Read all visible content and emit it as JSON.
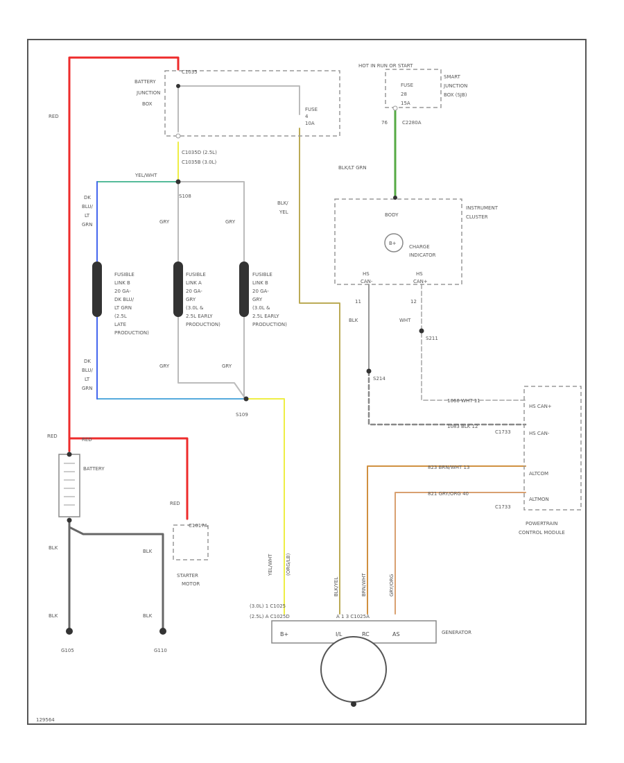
{
  "battery_junction_box": {
    "label_lines": [
      "BATTERY",
      "JUNCTION",
      "BOX"
    ],
    "connector": "C1035",
    "fuse_lines": [
      "FUSE",
      "4",
      "10A"
    ],
    "splice_lines": [
      "C1035D  (2.5L)",
      "C1035B  (3.0L)"
    ]
  },
  "hot_in_run": "HOT IN RUN OR START",
  "smart_junction_box": {
    "label_lines": [
      "SMART",
      "JUNCTION",
      "BOX (SJB)"
    ],
    "fuse_lines": [
      "FUSE",
      "28",
      "15A"
    ],
    "pin": "76",
    "connector": "C2280A"
  },
  "instrument_cluster": {
    "label_lines": [
      "INSTRUMENT",
      "CLUSTER"
    ],
    "sub": "BODY",
    "charge_lines": [
      "CHARGE",
      "INDICATOR"
    ],
    "charge_symbol": "B+",
    "hs_left": [
      "HS",
      "CAN-"
    ],
    "hs_right": [
      "HS",
      "CAN+"
    ],
    "pin_left": "11",
    "pin_right": "12"
  },
  "pcm": {
    "label_lines": [
      "POWERTRAIN",
      "CONTROL MODULE"
    ],
    "pins": [
      "HS CAN+",
      "HS CAN-",
      "ALTCOM",
      "ALTMON"
    ],
    "connector_top": "C1733",
    "connector_bottom": "C1733",
    "wire_top": "1066   WHT   11",
    "wire_mid": "1083   BLK   12",
    "wire_altcom": "823    BRN/WHT   13",
    "wire_altmon": "821    GRY/ORG   40"
  },
  "fusible_links": [
    [
      "FUSIBLE",
      "LINK B",
      "20 GA-",
      "DK BLU/",
      "LT GRN",
      "(2.5L",
      "LATE",
      "PRODUCTION)"
    ],
    [
      "FUSIBLE",
      "LINK A",
      "20 GA-",
      "GRY",
      "(3.0L &",
      "2.5L EARLY",
      "PRODUCTION)"
    ],
    [
      "FUSIBLE",
      "LINK B",
      "20 GA-",
      "GRY",
      "(3.0L &",
      "2.5L EARLY",
      "PRODUCTION)"
    ]
  ],
  "wire_colors": {
    "red": "RED",
    "dk_blu_lt_grn": [
      "DK",
      "BLU/",
      "LT",
      "GRN"
    ],
    "gry": "GRY",
    "yel_wht": "YEL/WHT",
    "blk_yel": [
      "BLK/",
      "YEL"
    ],
    "blk_lt_grn": "BLK/LT GRN",
    "blk": "BLK",
    "wht": "WHT"
  },
  "splices": {
    "s108": "S108",
    "s109": "S109",
    "s214": "S214",
    "s211": "S211",
    "g105": "G105",
    "g110": "G110"
  },
  "battery_label": "BATTERY",
  "starter": {
    "label_lines": [
      "STARTER",
      "MOTOR"
    ],
    "connector": "C1017A"
  },
  "generator": {
    "label": "GENERATOR",
    "pins": [
      "B+",
      "I/L",
      "RC",
      "AS"
    ],
    "connector_lines": [
      "(3.0L)    1   C1025",
      "(2.5L)    A   C1025D"
    ],
    "pin_nums": "A    1    3    C1025A",
    "vertical_wire": [
      "YEL/WHT",
      "(ORG/LB)"
    ],
    "wire_labels": [
      "BLK/YEL",
      "BRN/WHT",
      "GRY/ORG"
    ]
  },
  "page_id": "129564",
  "colors": {
    "red": "#ee2b2b",
    "blue": "#4466ee",
    "teal": "#55bb99",
    "yellow": "#eeee44",
    "green": "#55aa44",
    "olive": "#bbaa55",
    "orange": "#d09040",
    "dark": "#333333",
    "gray": "#bbbbbb"
  }
}
